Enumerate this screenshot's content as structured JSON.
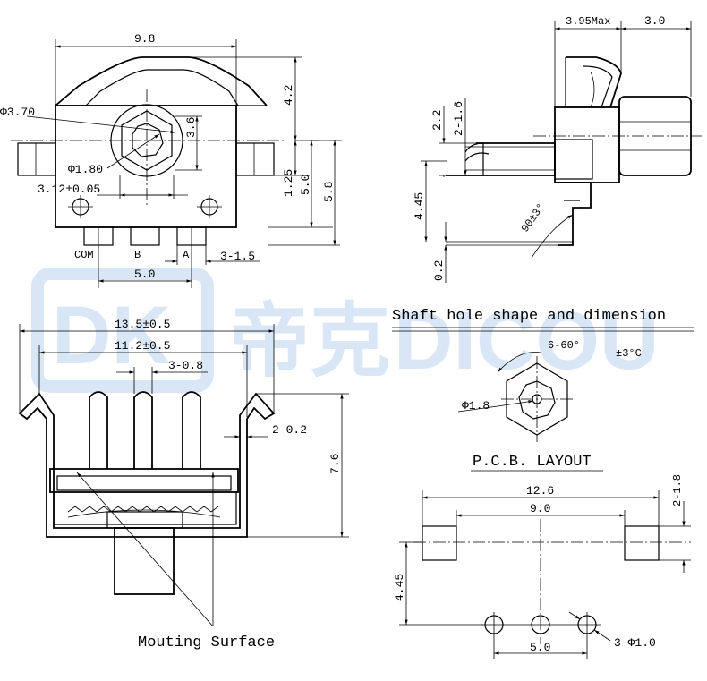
{
  "watermark": {
    "logo": "DK",
    "brand_cn": "帝克",
    "brand_en": "DICOU",
    "color": "#d8e6f6"
  },
  "front_view": {
    "width": "9.8",
    "height_top": "4.2",
    "hex_dia": "Φ3.70",
    "hole_dia": "Φ1.80",
    "shaft_offset": "3.6",
    "center_height": "1.25",
    "body_height": "5.0",
    "total_height": "5.8",
    "hole_pitch": "3.12±0.05",
    "pin_pitch": "5.0",
    "pin_width": "3-1.5",
    "pin_com": "COM",
    "pin_b": "B",
    "pin_a": "A"
  },
  "side_view": {
    "depth_max": "3.95Max",
    "shaft_len": "3.0",
    "dim_a": "2.2",
    "dim_b": "2-1.6",
    "dim_c": "4.45",
    "dim_d": "0.2",
    "angle": "90±3°"
  },
  "shaft_hole": {
    "title": "Shaft hole shape and dimension",
    "angle": "6-60°",
    "tolerance": "±3°C",
    "hole": "Φ1.8"
  },
  "bottom_view": {
    "width_outer": "13.5±0.5",
    "width_inner": "11.2±0.5",
    "pin_size": "3-0.8",
    "wall": "2-0.2",
    "height": "7.6",
    "label": "Mouting Surface"
  },
  "pcb_layout": {
    "title": "P.C.B. LAYOUT",
    "width_outer": "12.6",
    "width_inner": "9.0",
    "pad": "2-1.8",
    "height": "4.45",
    "pitch": "5.0",
    "holes": "3-Φ1.0"
  }
}
